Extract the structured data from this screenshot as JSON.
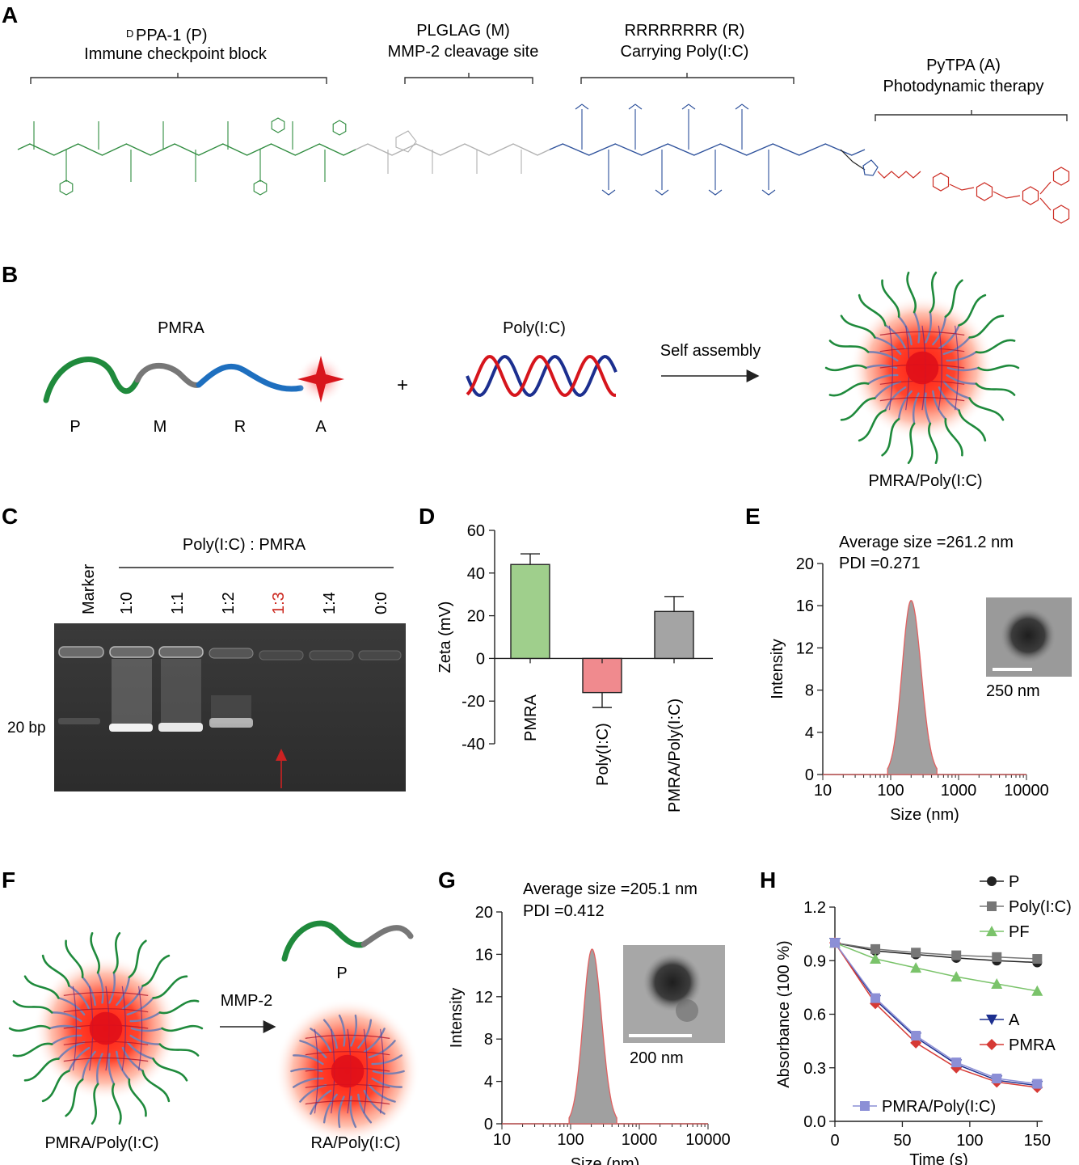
{
  "panel_letters": [
    "A",
    "B",
    "C",
    "D",
    "E",
    "F",
    "G",
    "H"
  ],
  "panelA": {
    "groups": [
      {
        "sup": "D",
        "title": "PPA-1 (P)",
        "subtitle": "Immune checkpoint block",
        "color": "#2e8b3e"
      },
      {
        "title": "PLGLAG (M)",
        "subtitle": "MMP-2 cleavage site",
        "color": "#aaaaaa"
      },
      {
        "title": "RRRRRRRR (R)",
        "subtitle": "Carrying Poly(I:C)",
        "color": "#2b4f9a"
      },
      {
        "title": "PyTPA (A)",
        "subtitle": "Photodynamic therapy",
        "color": "#cc2b22"
      }
    ]
  },
  "panelB": {
    "pmra_label": "PMRA",
    "segment_labels": [
      "P",
      "M",
      "R",
      "A"
    ],
    "plus": "+",
    "polyic_label": "Poly(I:C)",
    "arrow_label": "Self assembly",
    "product_label": "PMRA/Poly(I:C)",
    "colors": {
      "P": "#1f8a3c",
      "M": "#777777",
      "R": "#1e6fbf",
      "A": "#d8151c",
      "dna_red": "#d6151c",
      "dna_blue": "#1c2f8f"
    }
  },
  "panelC": {
    "title": "Poly(I:C) : PMRA",
    "lanes": [
      "Marker",
      "1:0",
      "1:1",
      "1:2",
      "1:3",
      "1:4",
      "0:0"
    ],
    "highlight_lane": "1:3",
    "marker_label": "20 bp"
  },
  "panelD": {
    "chart_data": {
      "type": "bar",
      "categories": [
        "PMRA",
        "Poly(I:C)",
        "PMRA/Poly(I:C)"
      ],
      "values": [
        44,
        -16,
        22
      ],
      "errors": [
        5,
        7,
        7
      ],
      "colors": [
        "#9fcf8c",
        "#f08a8e",
        "#a4a4a4"
      ],
      "ylabel": "Zeta (mV)",
      "ylim": [
        -40,
        60
      ],
      "yticks": [
        "60",
        "40",
        "20",
        "0",
        "-20",
        "-40"
      ]
    }
  },
  "panelE": {
    "avg_label": "Average size =261.2 nm",
    "pdi_label": "PDI =0.271",
    "scalebar_label": "250 nm",
    "chart_data": {
      "type": "area",
      "x_scale": "log",
      "peak_x": 200,
      "peak_y": 16.5,
      "x_range_of_peak": [
        90,
        480
      ],
      "xlim": [
        10,
        10000
      ],
      "ylim": [
        0,
        20
      ],
      "xticks": [
        "10",
        "100",
        "1000",
        "10000"
      ],
      "yticks": [
        "0",
        "4",
        "8",
        "12",
        "16",
        "20"
      ],
      "xlabel": "Size (nm)",
      "ylabel": "Intensity"
    }
  },
  "panelF": {
    "start_label": "PMRA/Poly(I:C)",
    "arrow_label": "MMP-2",
    "fragment_label": "P",
    "end_label": "RA/Poly(I:C)"
  },
  "panelG": {
    "avg_label": "Average size =205.1 nm",
    "pdi_label": "PDI =0.412",
    "scalebar_label": "200 nm",
    "chart_data": {
      "type": "area",
      "x_scale": "log",
      "peak_x": 205,
      "peak_y": 16.5,
      "x_range_of_peak": [
        95,
        470
      ],
      "xlim": [
        10,
        10000
      ],
      "ylim": [
        0,
        20
      ],
      "xticks": [
        "10",
        "100",
        "1000",
        "10000"
      ],
      "yticks": [
        "0",
        "4",
        "8",
        "12",
        "16",
        "20"
      ],
      "xlabel": "Size (nm)",
      "ylabel": "Intensity"
    }
  },
  "panelH": {
    "chart_data": {
      "type": "line",
      "x": [
        0,
        30,
        60,
        90,
        120,
        150
      ],
      "series": [
        {
          "name": "P",
          "values": [
            1.0,
            0.955,
            0.935,
            0.915,
            0.9,
            0.89
          ],
          "color": "#222222",
          "marker": "circle"
        },
        {
          "name": "Poly(I:C)",
          "values": [
            1.0,
            0.965,
            0.945,
            0.93,
            0.92,
            0.91
          ],
          "color": "#777777",
          "marker": "square"
        },
        {
          "name": "PF",
          "values": [
            1.0,
            0.91,
            0.86,
            0.81,
            0.77,
            0.73
          ],
          "color": "#7ac36a",
          "marker": "triangle-up"
        },
        {
          "name": "A",
          "values": [
            1.0,
            0.68,
            0.47,
            0.32,
            0.23,
            0.2
          ],
          "color": "#1c2f8f",
          "marker": "triangle-down"
        },
        {
          "name": "PMRA",
          "values": [
            1.0,
            0.66,
            0.44,
            0.3,
            0.22,
            0.19
          ],
          "color": "#d63a35",
          "marker": "diamond"
        },
        {
          "name": "PMRA/Poly(I:C)",
          "values": [
            1.0,
            0.69,
            0.48,
            0.33,
            0.24,
            0.21
          ],
          "color": "#8c8fd6",
          "marker": "square"
        }
      ],
      "xlim": [
        0,
        160
      ],
      "ylim": [
        0,
        1.2
      ],
      "xticks": [
        "0",
        "50",
        "100",
        "150"
      ],
      "yticks": [
        "0.0",
        "0.3",
        "0.6",
        "0.9",
        "1.2"
      ],
      "xlabel": "Time (s)",
      "ylabel": "Absorbance (100 %)",
      "legend_position": "right"
    }
  }
}
